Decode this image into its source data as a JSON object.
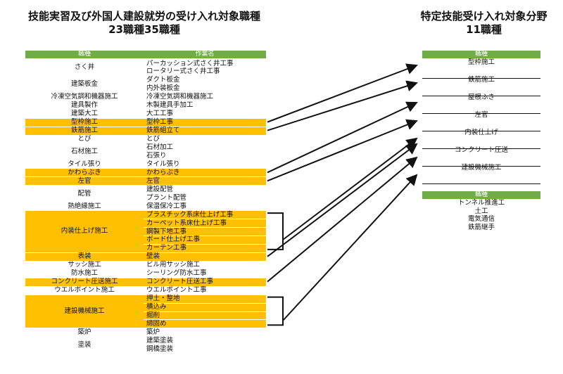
{
  "title_left": {
    "line1": "技能実習及び外国人建設就労の受け入れ対象職種",
    "line2": "23職種35職種"
  },
  "title_right": {
    "line1": "特定技能受け入れ対象分野",
    "line2": "11職種"
  },
  "left_headers": {
    "job": "職種",
    "work": "作業名"
  },
  "right_header": "職種",
  "right_header2": "職種",
  "colors": {
    "highlight": "#ffc000",
    "header": "#70ad47",
    "arrow": "#111111"
  },
  "jobs": [
    {
      "name": "さく井",
      "works": [
        "パーカッション式さく井工事",
        "ロータリー式さく井工事"
      ],
      "hl": false
    },
    {
      "name": "建築板金",
      "works": [
        "ダクト板金",
        "内外装板金"
      ],
      "hl": false
    },
    {
      "name": "冷凍空気調和機器施工",
      "works": [
        "冷凍空気調和機器施工"
      ],
      "hl": false
    },
    {
      "name": "建具製作",
      "works": [
        "木製建具手加工"
      ],
      "hl": false
    },
    {
      "name": "建築大工",
      "works": [
        "大工工事"
      ],
      "hl": false
    },
    {
      "name": "型枠施工",
      "works": [
        "型枠工事"
      ],
      "hl": true
    },
    {
      "name": "鉄筋施工",
      "works": [
        "鉄筋組立て"
      ],
      "hl": true
    },
    {
      "name": "とび",
      "works": [
        "とび"
      ],
      "hl": false
    },
    {
      "name": "石材施工",
      "works": [
        "石材加工",
        "石張り"
      ],
      "hl": false
    },
    {
      "name": "タイル張り",
      "works": [
        "タイル張り"
      ],
      "hl": false
    },
    {
      "name": "かわらぶき",
      "works": [
        "かわらぶき"
      ],
      "hl": true
    },
    {
      "name": "左官",
      "works": [
        "左官"
      ],
      "hl": true
    },
    {
      "name": "配管",
      "works": [
        "建設配管",
        "プラント配管"
      ],
      "hl": false
    },
    {
      "name": "熱絶縁施工",
      "works": [
        "保温保冷工事"
      ],
      "hl": false
    },
    {
      "name": "内装仕上げ施工",
      "works": [
        "プラスチック系床仕上げ工事",
        "カーペット系床仕上げ工事",
        "鋼製下地工事",
        "ボード仕上げ工事",
        "カーテン工事"
      ],
      "hl": true
    },
    {
      "name": "表装",
      "works": [
        "壁装"
      ],
      "hl": true
    },
    {
      "name": "サッシ施工",
      "works": [
        "ビル用サッシ施工"
      ],
      "hl": false
    },
    {
      "name": "防水施工",
      "works": [
        "シーリング防水工事"
      ],
      "hl": false
    },
    {
      "name": "コンクリート圧送施工",
      "works": [
        "コンクリート圧送工事"
      ],
      "hl": true
    },
    {
      "name": "ウエルポイント施工",
      "works": [
        "ウエルポイント工事"
      ],
      "hl": false
    },
    {
      "name": "建設機械施工",
      "works": [
        "押土・整地",
        "積込み",
        "掘削",
        "締固め"
      ],
      "hl": true
    },
    {
      "name": "築炉",
      "works": [
        "築炉"
      ],
      "hl": false
    },
    {
      "name": "塗装",
      "works": [
        "建築塗装",
        "鋼橋塗装"
      ],
      "hl": false
    }
  ],
  "right_categories": [
    "型枠施工",
    "鉄筋施工",
    "屋根ふき",
    "左官",
    "内装仕上げ",
    "コンクリート圧送",
    "建設機械施工"
  ],
  "right_extra": [
    "トンネル推進工",
    "土工",
    "電気通信",
    "鉄筋継手"
  ]
}
